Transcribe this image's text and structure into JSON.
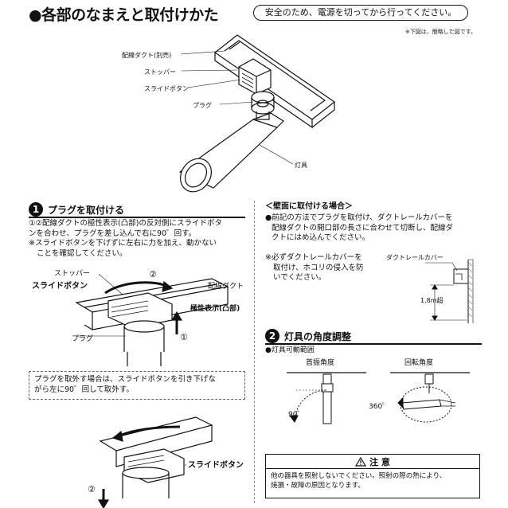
{
  "header": {
    "title": "●各部のなまえと取付けかた",
    "notice": "安全のため、電源を切ってから行ってください。",
    "note": "※下図は、簡略した図です。"
  },
  "top_diagram": {
    "label_duct": "配線ダクト(別売)",
    "label_stopper": "ストッパー",
    "label_slide": "スライドボタン",
    "label_plug": "プラグ",
    "label_fixture": "灯具"
  },
  "section1": {
    "number": "1",
    "title": "プラグを取付ける",
    "line1": "①②配線ダクトの極性表示(凸部)の反対側にスライドボタ",
    "line2": "ンを合わせ、プラグを差し込んで右に90゜回す。",
    "line3": "※スライドボタンを下げずに左右に力を加え、動かない",
    "line4": "ことを確認してください。",
    "fig_stopper": "ストッパー",
    "fig_slide": "スライドボタン",
    "fig_duct": "配線ダクト",
    "fig_polarity": "極性表示(凸部)",
    "fig_plug": "プラグ",
    "fig_step1": "①",
    "fig_step2": "②",
    "remove_line1": "プラグを取外す場合は、スライドボタンを引き下げな",
    "remove_line2": "がら左に90゜回して取外す。",
    "fig2_slide": "スライドボタン",
    "fig2_step": "②"
  },
  "wall": {
    "title": "＜壁面に取付ける場合＞",
    "line1": "●前記の方法でプラグを取付け、ダクトレールカバーを",
    "line2": "配線ダクトの開口部の長さに合わせて切断し、配線ダ",
    "line3": "クトにはめ込んでください。",
    "note1": "※必ずダクトレールカバーを",
    "note2": "取付け、ホコリの侵入を防",
    "note3": "いでください。",
    "cover_label": "ダクトレールカバー",
    "height_label": "1.8m超"
  },
  "section2": {
    "number": "2",
    "title": "灯具の角度調整",
    "range_label": "●灯具可動範囲",
    "swing_label": "首振角度",
    "rotate_label": "回転角度",
    "swing_value": "90゜",
    "rotate_value": "360゜"
  },
  "caution": {
    "title": "注 意",
    "line1": "他の器具を照射しないでください。照射の際の熱により、",
    "line2": "焼損・故障の原因となります。"
  }
}
